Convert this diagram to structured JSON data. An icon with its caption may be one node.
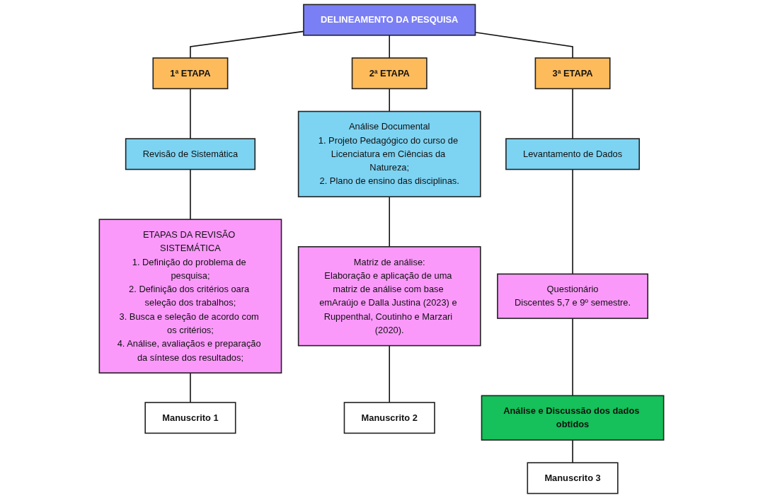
{
  "diagram": {
    "nodes": [
      {
        "text": [
          "DELINEAMENTO DA PESQUISA"
        ]
      },
      {
        "text": [
          "1ª ETAPA"
        ]
      },
      {
        "text": [
          "2ª ETAPA"
        ]
      },
      {
        "text": [
          "3ª ETAPA"
        ]
      },
      {
        "text": [
          "Revisão de Sistemática"
        ]
      },
      {
        "text": [
          "ETAPAS DA REVISÃO SISTEMÁTICA",
          "1. Definição do problema de pesquisa;",
          "2. Definição dos critérios oara seleção dos trabalhos;",
          "3. Busca e seleção de acordo com os critérios;",
          "4. Análise, avaliaçãos e preparação da síntese dos resultados;"
        ]
      },
      {
        "text": [
          "Manuscrito 1"
        ]
      },
      {
        "text": [
          "Análise Documental",
          "1. Projeto Pedagógico do curso de Licenciatura em Ciências da Natureza;",
          "2. Plano de ensino das disciplinas."
        ]
      },
      {
        "text": [
          "Matriz de análise:",
          "Elaboração e aplicação de uma matriz de análise com base emAraújo e Dalla Justina (2023) e Ruppenthal, Coutinho e Marzari (2020)."
        ]
      },
      {
        "text": [
          "Manuscrito 2"
        ]
      },
      {
        "text": [
          "Levantamento de Dados"
        ]
      },
      {
        "text": [
          "Questionário",
          "Discentes 5,7 e 9º semestre."
        ]
      },
      {
        "text": [
          "Análise e Discussão dos dados obtidos"
        ]
      },
      {
        "text": [
          "Manuscrito 3"
        ]
      }
    ],
    "edges": [
      {
        "from": 0,
        "to": 1,
        "arrow": "none"
      },
      {
        "from": 0,
        "to": 2,
        "arrow": "none"
      },
      {
        "from": 0,
        "to": 3,
        "arrow": "none"
      },
      {
        "from": 1,
        "to": 4,
        "arrow": "none"
      },
      {
        "from": 4,
        "to": 5,
        "arrow": "none"
      },
      {
        "from": 5,
        "to": 6,
        "arrow": "none"
      },
      {
        "from": 2,
        "to": 7,
        "arrow": "none"
      },
      {
        "from": 7,
        "to": 8,
        "arrow": "none"
      },
      {
        "from": 8,
        "to": 9,
        "arrow": "none"
      },
      {
        "from": 3,
        "to": 10,
        "arrow": "none"
      },
      {
        "from": 10,
        "to": 11,
        "arrow": "none"
      },
      {
        "from": 11,
        "to": 12,
        "arrow": "none"
      },
      {
        "from": 12,
        "to": 13,
        "arrow": "none"
      }
    ]
  }
}
